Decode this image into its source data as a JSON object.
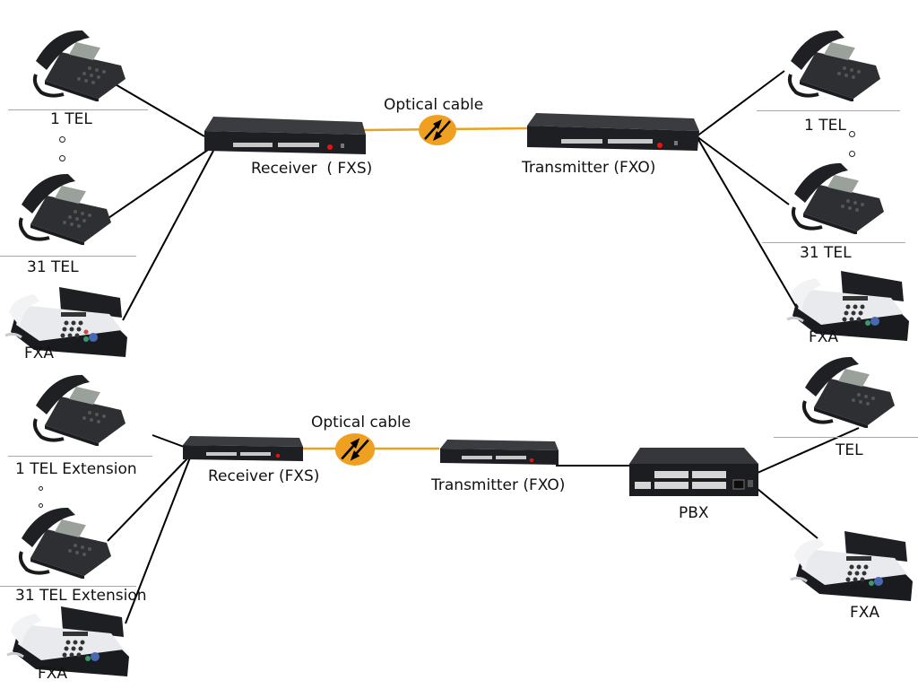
{
  "diagram": {
    "title": "Voice over fiber: FXS/FXO telephone multiplexer connection",
    "colors": {
      "fiber": "#E8A21E",
      "fiber_badge": "#F0A020",
      "wire": "#000000",
      "device_body": "#2b2d31",
      "separator": "#a8a8a8"
    },
    "top_section": {
      "optical_cable_label": "Optical cable",
      "receiver_label": "Receiver  ( FXS)",
      "transmitter_label": "Transmitter (FXO)",
      "left_endpoints": {
        "first_phone_label": "1 TEL",
        "last_phone_label": "31 TEL",
        "fax_label": "FXA"
      },
      "right_endpoints": {
        "first_phone_label": "1 TEL",
        "last_phone_label": "31 TEL",
        "fax_label": "FXA"
      }
    },
    "bottom_section": {
      "optical_cable_label": "Optical cable",
      "receiver_label": "Receiver (FXS)",
      "transmitter_label": "Transmitter (FXO)",
      "pbx_label": "PBX",
      "left_endpoints": {
        "first_phone_label": "1 TEL Extension",
        "last_phone_label": "31 TEL Extension",
        "fax_label": "FXA"
      },
      "right_endpoints": {
        "phone_label": "TEL",
        "fax_label": "FXA"
      }
    }
  }
}
